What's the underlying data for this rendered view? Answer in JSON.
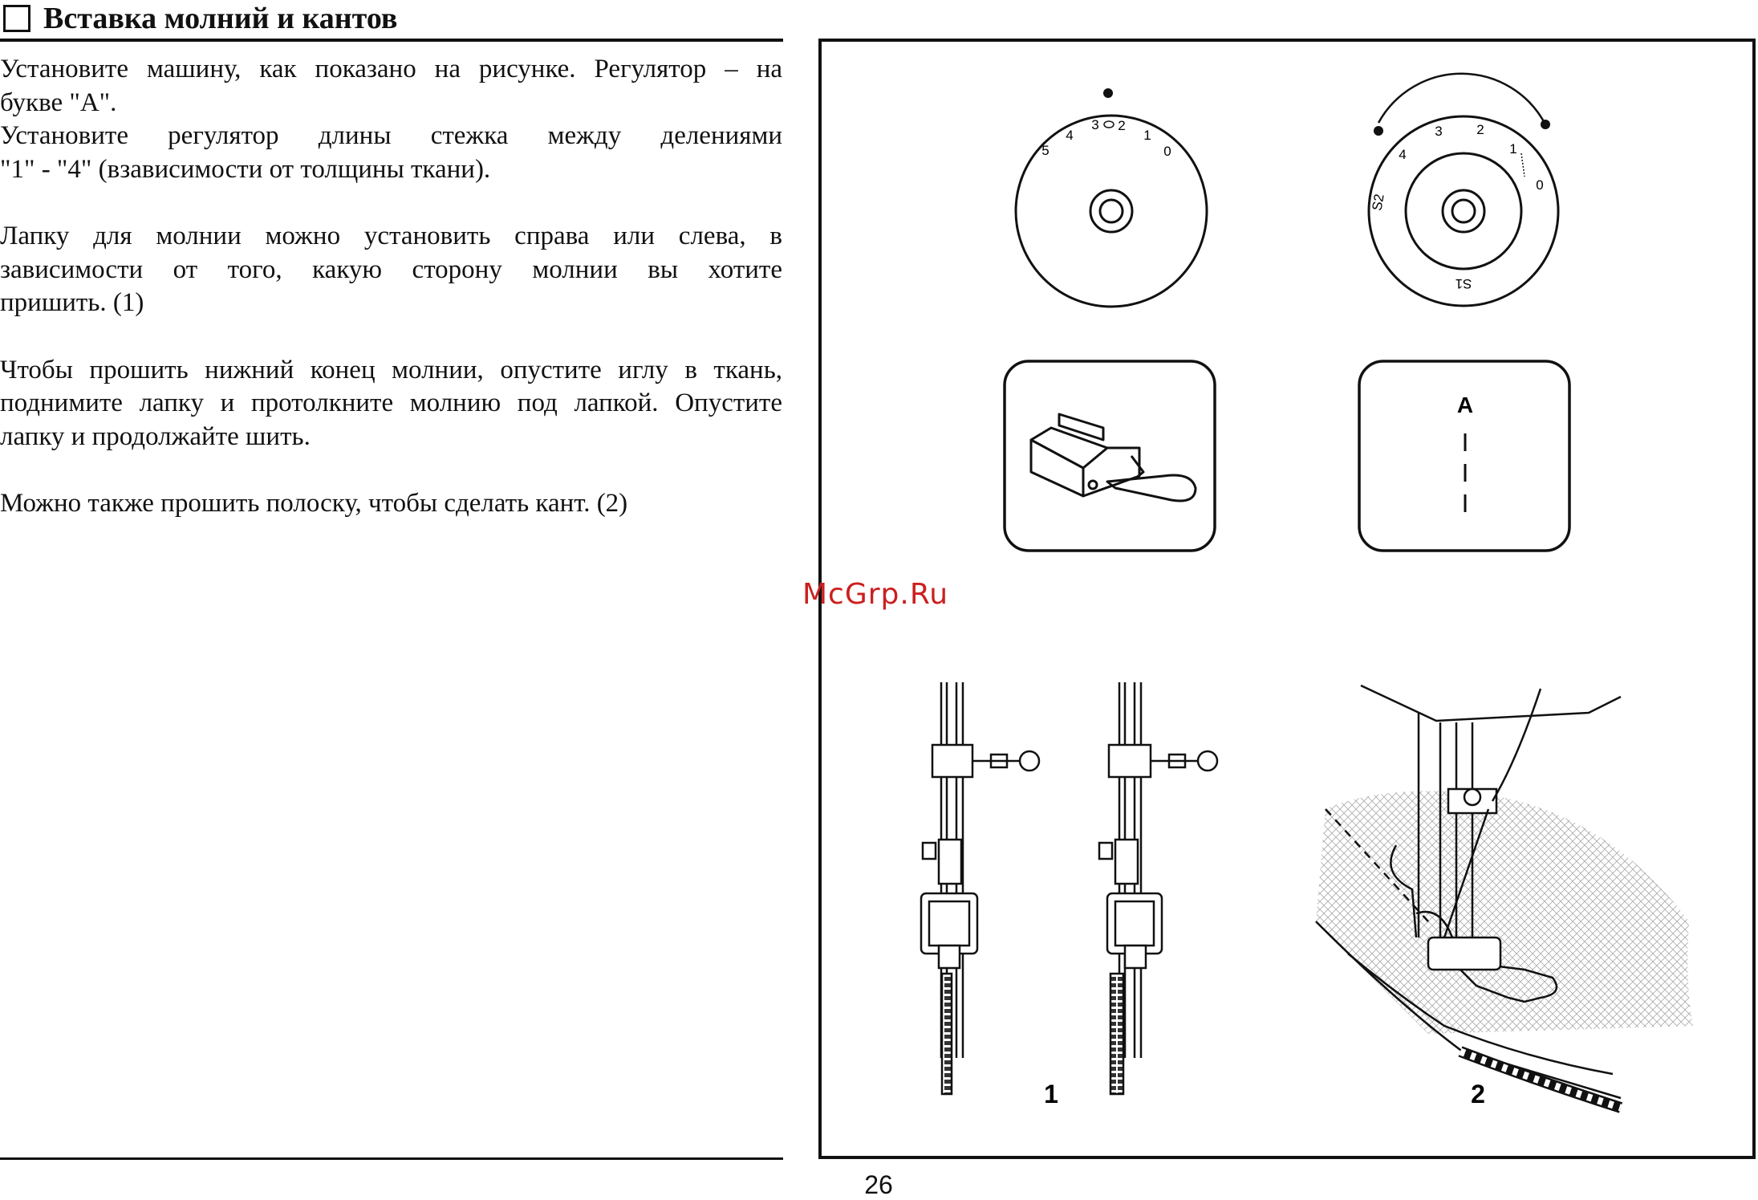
{
  "heading": {
    "title": "Вставка молний и кантов"
  },
  "paragraphs": [
    {
      "lines": [
        "Установите машину, как показано на рисунке. Регулятор – на",
        "букве \"A\".",
        "Установите регулятор длины стежка между делениями",
        "\"1\" - \"4\" (взависимости от толщины ткани)."
      ]
    },
    {
      "lines": [
        "Лапку для молнии можно установить справа или слева, в",
        "зависимости от того, какую сторону молнии вы хотите",
        "пришить. (1)"
      ]
    },
    {
      "lines": [
        "Чтобы прошить нижний конец молнии, опустите иглу в ткань,",
        "поднимите лапку и протолкните молнию под лапкой. Опустите",
        "лапку и продолжайте шить."
      ]
    },
    {
      "lines": [
        "Можно также прошить полоску, чтобы сделать кант. (2)"
      ]
    }
  ],
  "figure": {
    "dial_left_numbers": [
      "5",
      "4",
      "3",
      "2",
      "1",
      "0"
    ],
    "dial_right_numbers": [
      "S2",
      "4",
      "3",
      "2",
      "1",
      "0"
    ],
    "dial_right_bottom": "S1",
    "pattern_letter": "A",
    "fig1_label": "1",
    "fig2_label": "2"
  },
  "page_number": "26",
  "watermark": "McGrp.Ru"
}
